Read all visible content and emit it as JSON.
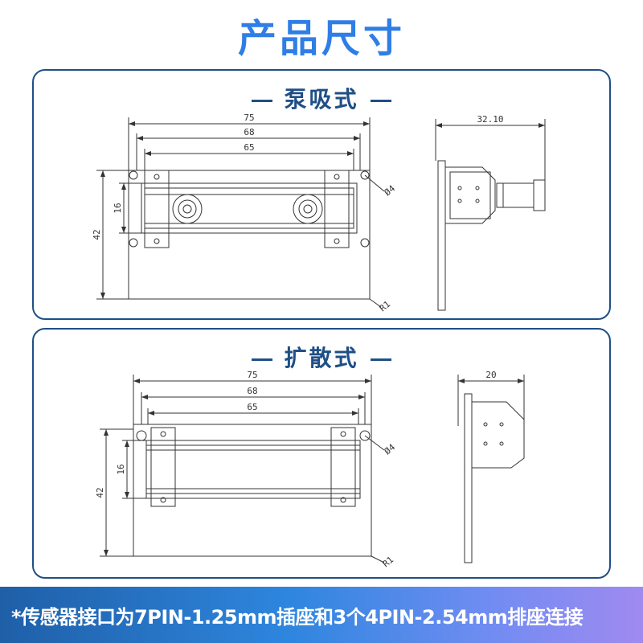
{
  "title": "产品尺寸",
  "panels": [
    {
      "heading": "泵吸式",
      "front": {
        "width": "75",
        "inner1": "68",
        "inner2": "65",
        "height": "42",
        "depth": "16",
        "hole": "Ø4",
        "radius": "R1"
      },
      "side": {
        "width": "32.10"
      }
    },
    {
      "heading": "扩散式",
      "front": {
        "width": "75",
        "inner1": "68",
        "inner2": "65",
        "height": "42",
        "depth": "16",
        "hole": "Ø4",
        "radius": "R1"
      },
      "side": {
        "width": "20"
      }
    }
  ],
  "footer": {
    "note": "*传感器接口为7PIN-1.25mm插座和3个4PIN-2.54mm排座连接"
  }
}
